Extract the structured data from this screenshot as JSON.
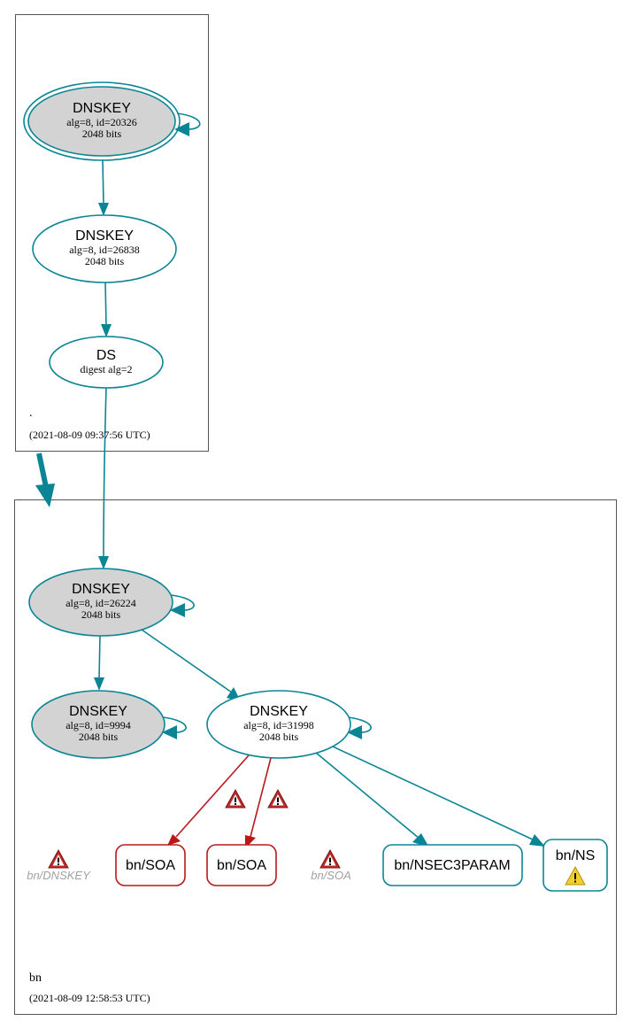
{
  "colors": {
    "edge": "#0a8595",
    "error": "#b8181c",
    "fill_gray": "#d3d3d3",
    "faded_text": "#a0a0a0",
    "warn_red": "#c02a2a",
    "warn_yellow": "#f2d02a"
  },
  "zone_root": {
    "name": ".",
    "timestamp": "(2021-08-09 09:37:56 UTC)",
    "nodes": {
      "ksk": {
        "title": "DNSKEY",
        "line1": "alg=8, id=20326",
        "line2": "2048 bits"
      },
      "zsk": {
        "title": "DNSKEY",
        "line1": "alg=8, id=26838",
        "line2": "2048 bits"
      },
      "ds": {
        "title": "DS",
        "line1": "digest alg=2"
      }
    }
  },
  "zone_bn": {
    "name": "bn",
    "timestamp": "(2021-08-09 12:58:53 UTC)",
    "nodes": {
      "ksk": {
        "title": "DNSKEY",
        "line1": "alg=8, id=26224",
        "line2": "2048 bits"
      },
      "key2": {
        "title": "DNSKEY",
        "line1": "alg=8, id=9994",
        "line2": "2048 bits"
      },
      "zsk": {
        "title": "DNSKEY",
        "line1": "alg=8, id=31998",
        "line2": "2048 bits"
      }
    },
    "records": {
      "dnskey_missing": "bn/DNSKEY",
      "soa1": "bn/SOA",
      "soa2": "bn/SOA",
      "soa_missing": "bn/SOA",
      "nsec3param": "bn/NSEC3PARAM",
      "ns": "bn/NS"
    }
  }
}
